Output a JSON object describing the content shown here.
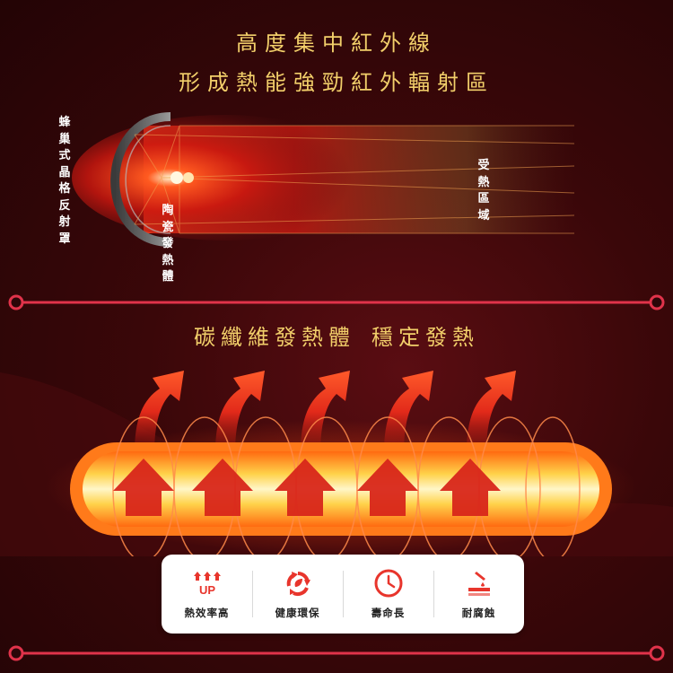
{
  "header": {
    "line1": "高度集中紅外線",
    "line2": "形成熱能強勁紅外輻射區"
  },
  "labels": {
    "reflector": "蜂巢式晶格反射罩",
    "ceramic": "陶瓷發熱體",
    "heated_area": "受熱區域"
  },
  "middle": {
    "part1": "碳纖維發熱體",
    "part2": "穩定發熱"
  },
  "features": [
    {
      "label": "熱效率高",
      "icon": "efficiency-up-icon",
      "badge": "UP"
    },
    {
      "label": "健康環保",
      "icon": "recycle-icon"
    },
    {
      "label": "壽命長",
      "icon": "clock-icon"
    },
    {
      "label": "耐腐蝕",
      "icon": "corrosion-resistant-icon"
    }
  ],
  "colors": {
    "background": "#2a0608",
    "title_gold": "#f2cf6a",
    "divider_red": "#e0334a",
    "icon_red": "#e8352c",
    "tube_orange": "#ff7a1a",
    "arrow_red": "#e22a1a"
  }
}
